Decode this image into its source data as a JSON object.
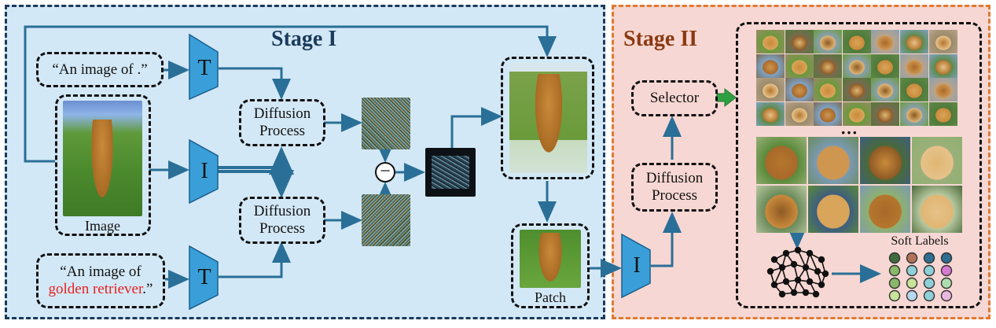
{
  "stage1": {
    "title": "Stage I",
    "color": "#1b3a5c",
    "bg": "#d3e8f6"
  },
  "stage2": {
    "title": "Stage II",
    "color": "#8b3a12",
    "bg": "#f7d7d3"
  },
  "prompts": {
    "generic": "“An image of .”",
    "class_prefix": "“An image of",
    "class_name": "golden retriever",
    "class_suffix": ".”"
  },
  "encoders": {
    "text": "T",
    "image": "I"
  },
  "process": {
    "diffusion_line1": "Diffusion",
    "diffusion_line2": "Process",
    "selector": "Selector"
  },
  "labels": {
    "image": "Image",
    "patch": "Patch",
    "soft_labels": "Soft Labels",
    "ellipsis": "···",
    "minus": "−"
  },
  "colors": {
    "arrow": "#2a6f97",
    "encoder": "#3a9fd8",
    "highlight": "#e8201f",
    "select_arrow": "#2ea043"
  }
}
